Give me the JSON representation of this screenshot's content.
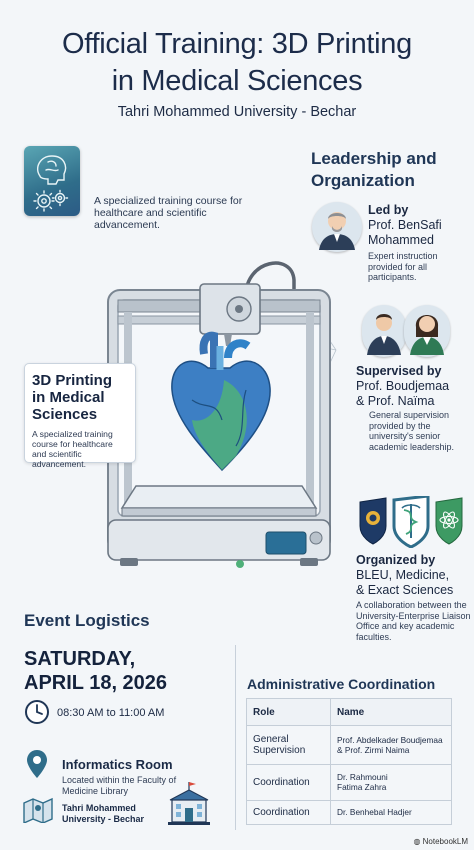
{
  "header": {
    "title_line1": "Official Training: 3D Printing",
    "title_line2": "in Medical Sciences",
    "subtitle": "Tahri Mohammed University - Bechar"
  },
  "intro": {
    "text": "A specialized training course for healthcare and scientific advancement."
  },
  "leadership": {
    "heading_line1": "Leadership and",
    "heading_line2": "Organization",
    "led": {
      "label": "Led by",
      "name_line1": "Prof. BenSafi",
      "name_line2": "Mohammed",
      "desc": "Expert instruction provided for all participants."
    },
    "supervised": {
      "label": "Supervised by",
      "name_line1": "Prof. Boudjemaa",
      "name_line2": "& Prof. Naïma",
      "desc": "General supervision provided by the university's senior academic leadership."
    },
    "organized": {
      "label": "Organized by",
      "name_line1": "BLEU, Medicine,",
      "name_line2": "& Exact Sciences",
      "desc": "A collaboration between the University-Enterprise Liaison Office and key academic faculties."
    }
  },
  "callout": {
    "title_line1": "3D Printing",
    "title_line2": "in Medical",
    "title_line3": "Sciences",
    "text": "A specialized training course for healthcare and scientific advancement."
  },
  "logistics": {
    "heading": "Event Logistics",
    "date_line1": "SATURDAY,",
    "date_line2": "APRIL 18, 2026",
    "time": "08:30 AM to 11:00 AM",
    "room": "Informatics Room",
    "room_desc": "Located within the Faculty of Medicine Library",
    "university_line1": "Tahri Mohammed",
    "university_line2": "University - Bechar"
  },
  "admin": {
    "heading": "Administrative Coordination",
    "columns": [
      "Role",
      "Name"
    ],
    "rows": [
      {
        "role_line1": "General",
        "role_line2": "Supervision",
        "name_line1": "Prof. Abdelkader Boudjemaa",
        "name_line2": "& Prof. Zirmi Naima"
      },
      {
        "role_line1": "Coordination",
        "role_line2": "",
        "name_line1": "Dr. Rahmouni",
        "name_line2": "Fatima Zahra"
      },
      {
        "role_line1": "Coordination",
        "role_line2": "",
        "name_line1": "Dr. Benhebal Hadjer",
        "name_line2": ""
      }
    ]
  },
  "footer": {
    "brand": "NotebookLM"
  },
  "colors": {
    "navy": "#1f3656",
    "teal": "#2f6d8a",
    "heart_blue": "#3d7fc4",
    "heart_green": "#4fb07a",
    "printer_gray": "#c9d0d8"
  }
}
